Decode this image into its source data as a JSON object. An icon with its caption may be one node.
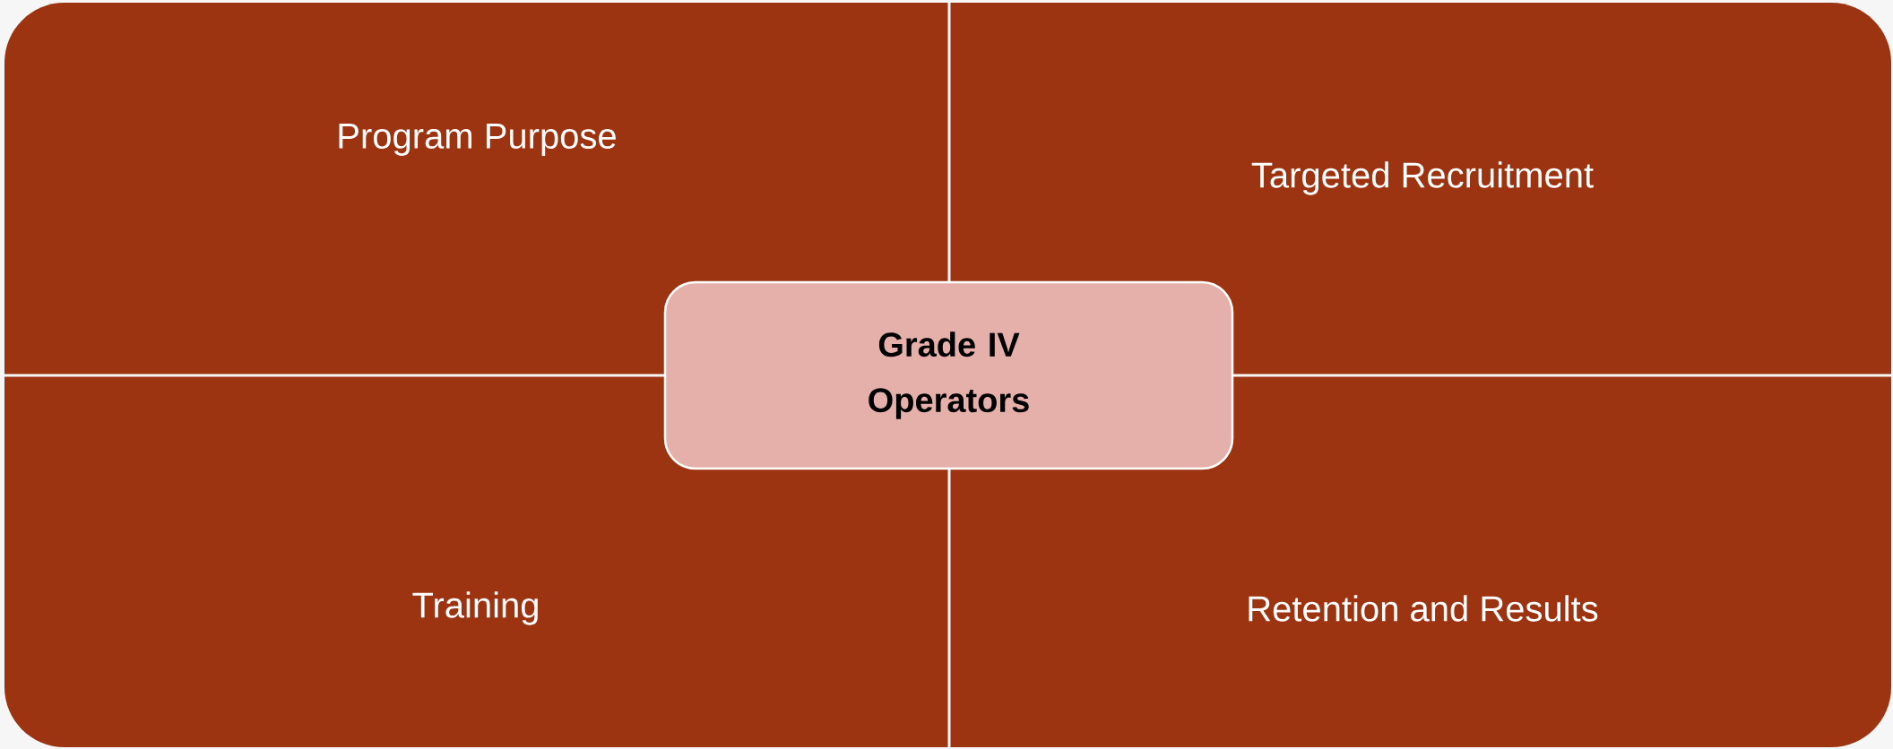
{
  "diagram": {
    "nodes": [
      {
        "text": [
          "Program Purpose"
        ]
      },
      {
        "text": [
          "Targeted Recruitment"
        ]
      },
      {
        "text": [
          "Training"
        ]
      },
      {
        "text": [
          "Retention and Results"
        ]
      },
      {
        "text": [
          "Grade IV Operators"
        ]
      }
    ]
  }
}
